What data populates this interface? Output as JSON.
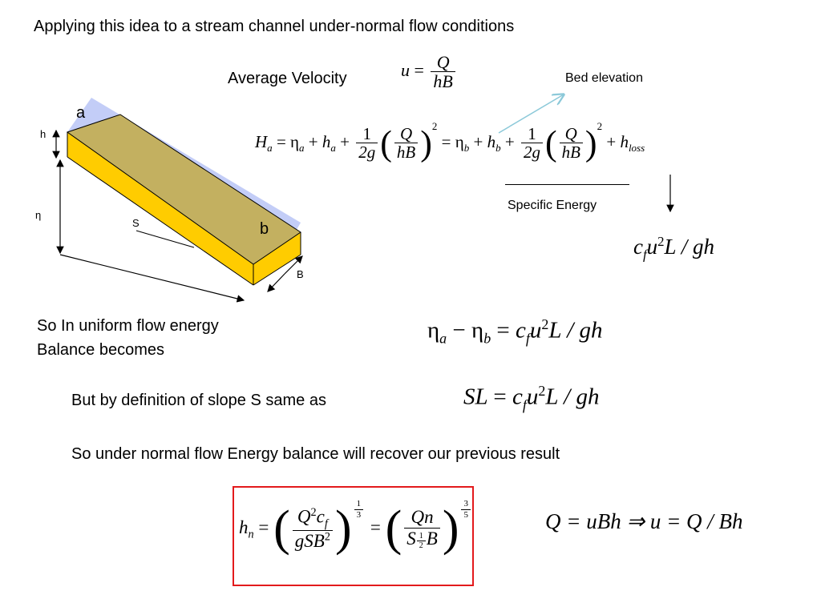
{
  "slide": {
    "title": "Applying this idea to a stream channel under-normal flow conditions",
    "avg_velocity_label": "Average Velocity",
    "bed_elevation_label": "Bed elevation",
    "specific_energy_label": "Specific Energy",
    "uniform_text_line1": "So In uniform flow energy",
    "uniform_text_line2": "Balance becomes",
    "slope_text": "But by definition of slope S same as",
    "normal_text": "So  under normal flow Energy balance will recover our previous result"
  },
  "diagram": {
    "label_a": "a",
    "label_b": "b",
    "label_h": "h",
    "label_eta": "η",
    "label_S": "S",
    "label_B": "B",
    "colors": {
      "water_surface": "#c3cdf7",
      "top_face": "#c3b060",
      "side_face": "#ffcc00",
      "arrow_light": "#8cc9d9"
    }
  },
  "equations": {
    "velocity": {
      "lhs": "u",
      "op": "=",
      "num": "Q",
      "den": "hB"
    },
    "energy": {
      "H": "H",
      "a": "a",
      "eq": "=",
      "eta": "η",
      "h": "h",
      "plus": "+",
      "one": "1",
      "two_g": "2g",
      "Q": "Q",
      "hB": "hB",
      "sq": "2",
      "b": "b",
      "loss": "loss"
    },
    "friction_loss": {
      "c": "c",
      "f": "f",
      "u": "u",
      "sq": "2",
      "rest": "L / gh"
    },
    "uniform": {
      "eta": "η",
      "a": "a",
      "minus": "−",
      "b": "b",
      "eq": "=",
      "c": "c",
      "f": "f",
      "u": "u",
      "sq": "2",
      "rest": "L / gh"
    },
    "slope": {
      "SL": "SL",
      "eq": "=",
      "c": "c",
      "f": "f",
      "u": "u",
      "sq": "2",
      "rest": "L / gh"
    },
    "normal_depth": {
      "h": "h",
      "n": "n",
      "eq": "=",
      "num1": "Q",
      "sq": "2",
      "c": "c",
      "f": "f",
      "den1": "gSB",
      "exp1_num": "1",
      "exp1_den": "3",
      "num2": "Qn",
      "S": "S",
      "half_num": "1",
      "half_den": "2",
      "B": "B",
      "exp2_num": "3",
      "exp2_den": "5"
    },
    "discharge": {
      "text": "Q = uBh ⇒ u = Q / Bh"
    }
  }
}
